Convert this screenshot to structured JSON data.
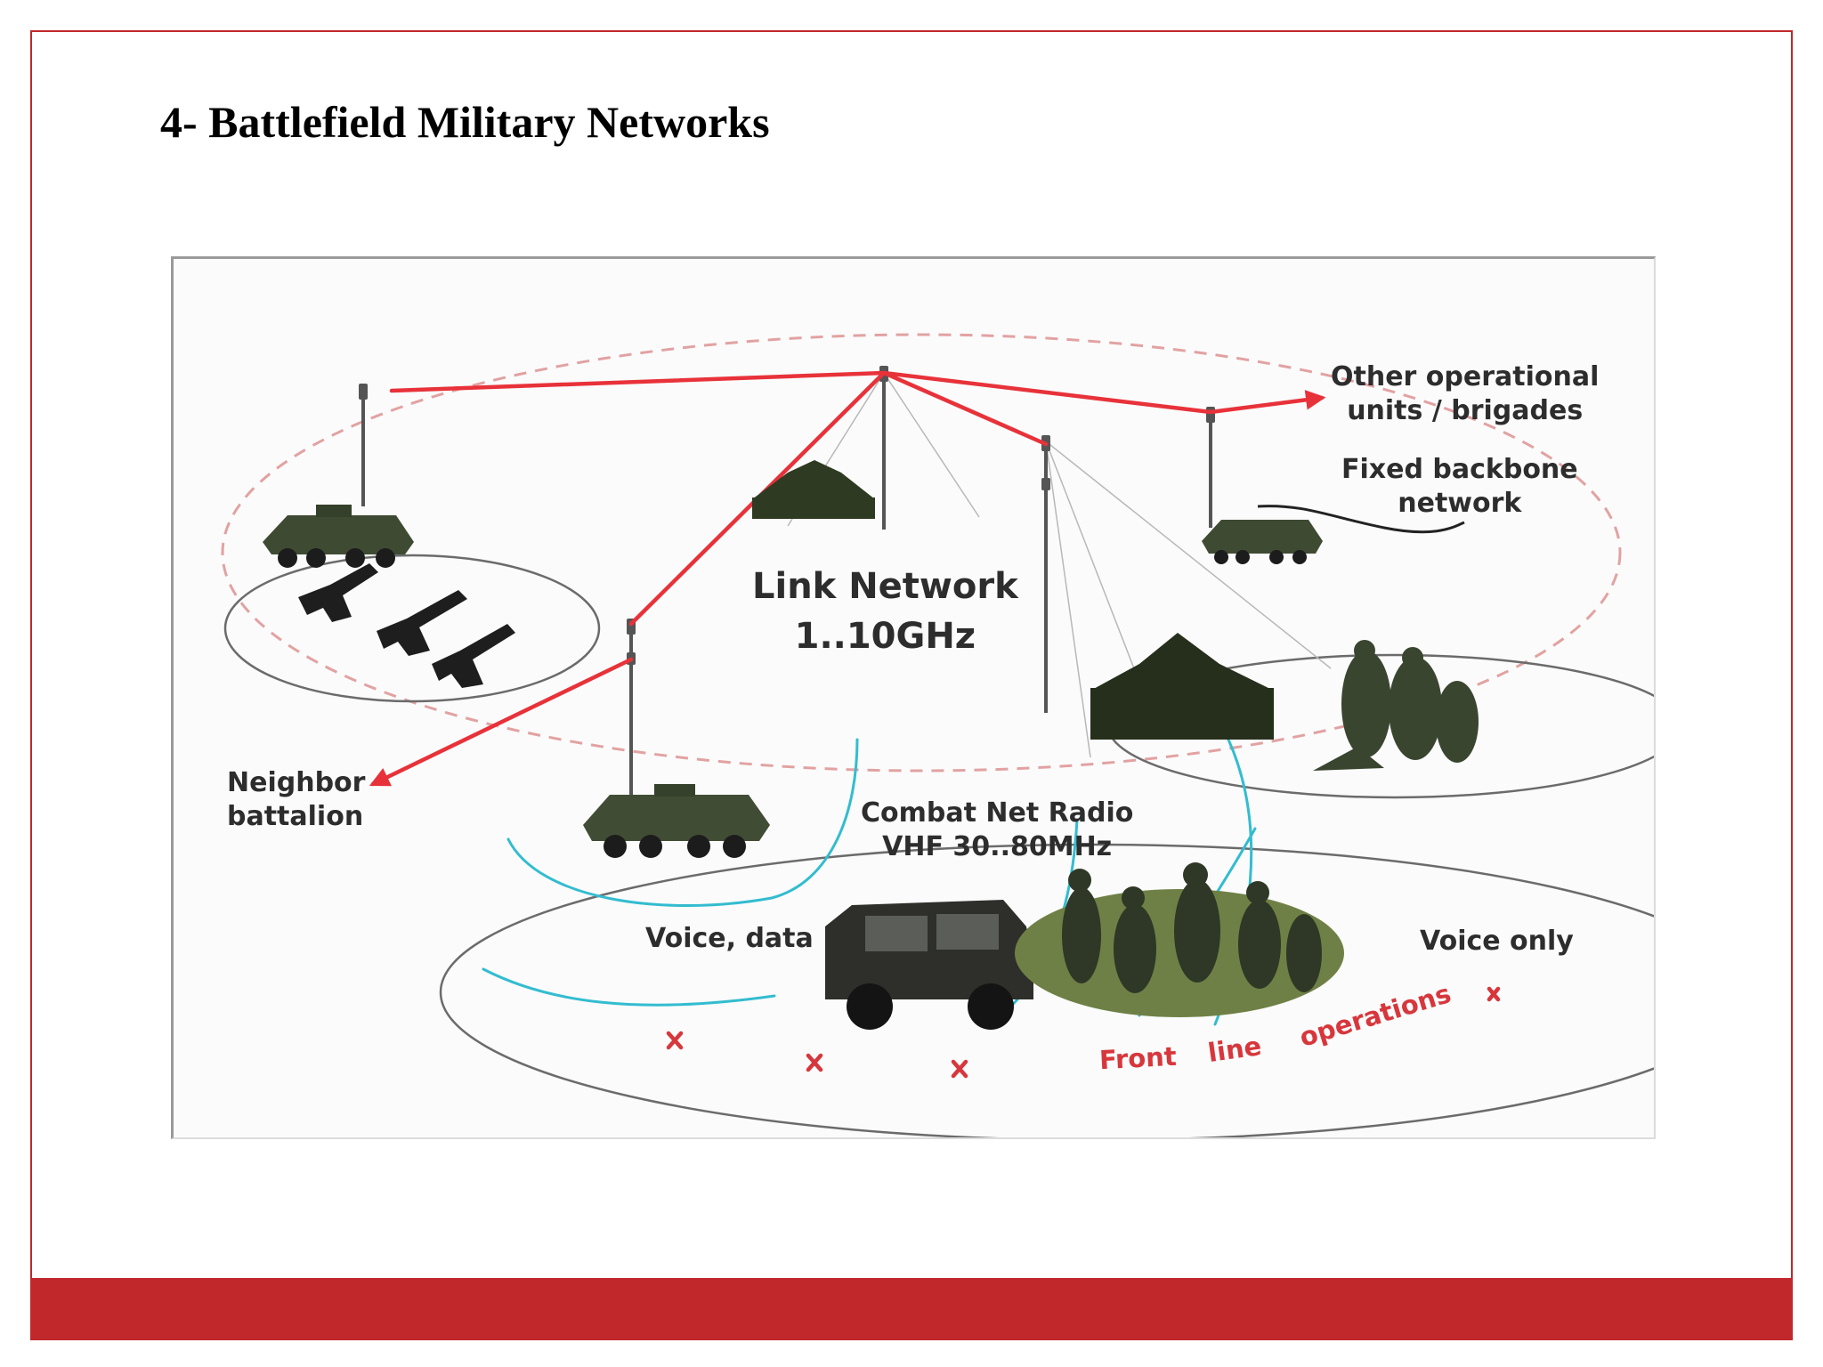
{
  "slide": {
    "title": "4- Battlefield Military Networks"
  },
  "diagram": {
    "labels": {
      "other_units_line1": "Other operational",
      "other_units_line2": "units / brigades",
      "fixed_backbone_line1": "Fixed backbone",
      "fixed_backbone_line2": "network",
      "link_network_line1": "Link Network",
      "link_network_line2": "1..10GHz",
      "neighbor_line1": "Neighbor",
      "neighbor_line2": "battalion",
      "cnr_line1": "Combat Net Radio",
      "cnr_line2": "VHF 30..80MHz",
      "voice_data": "Voice, data",
      "voice_only": "Voice only",
      "front_word1": "Front",
      "front_word2": "line",
      "front_word3": "operations"
    },
    "colors": {
      "link": "#e8323a",
      "radio": "#33bcd0",
      "ellipse": "#6b6b6b",
      "vehicle": "#3f4a33",
      "tent": "#2f3a22",
      "frame": "#c0282b"
    }
  }
}
